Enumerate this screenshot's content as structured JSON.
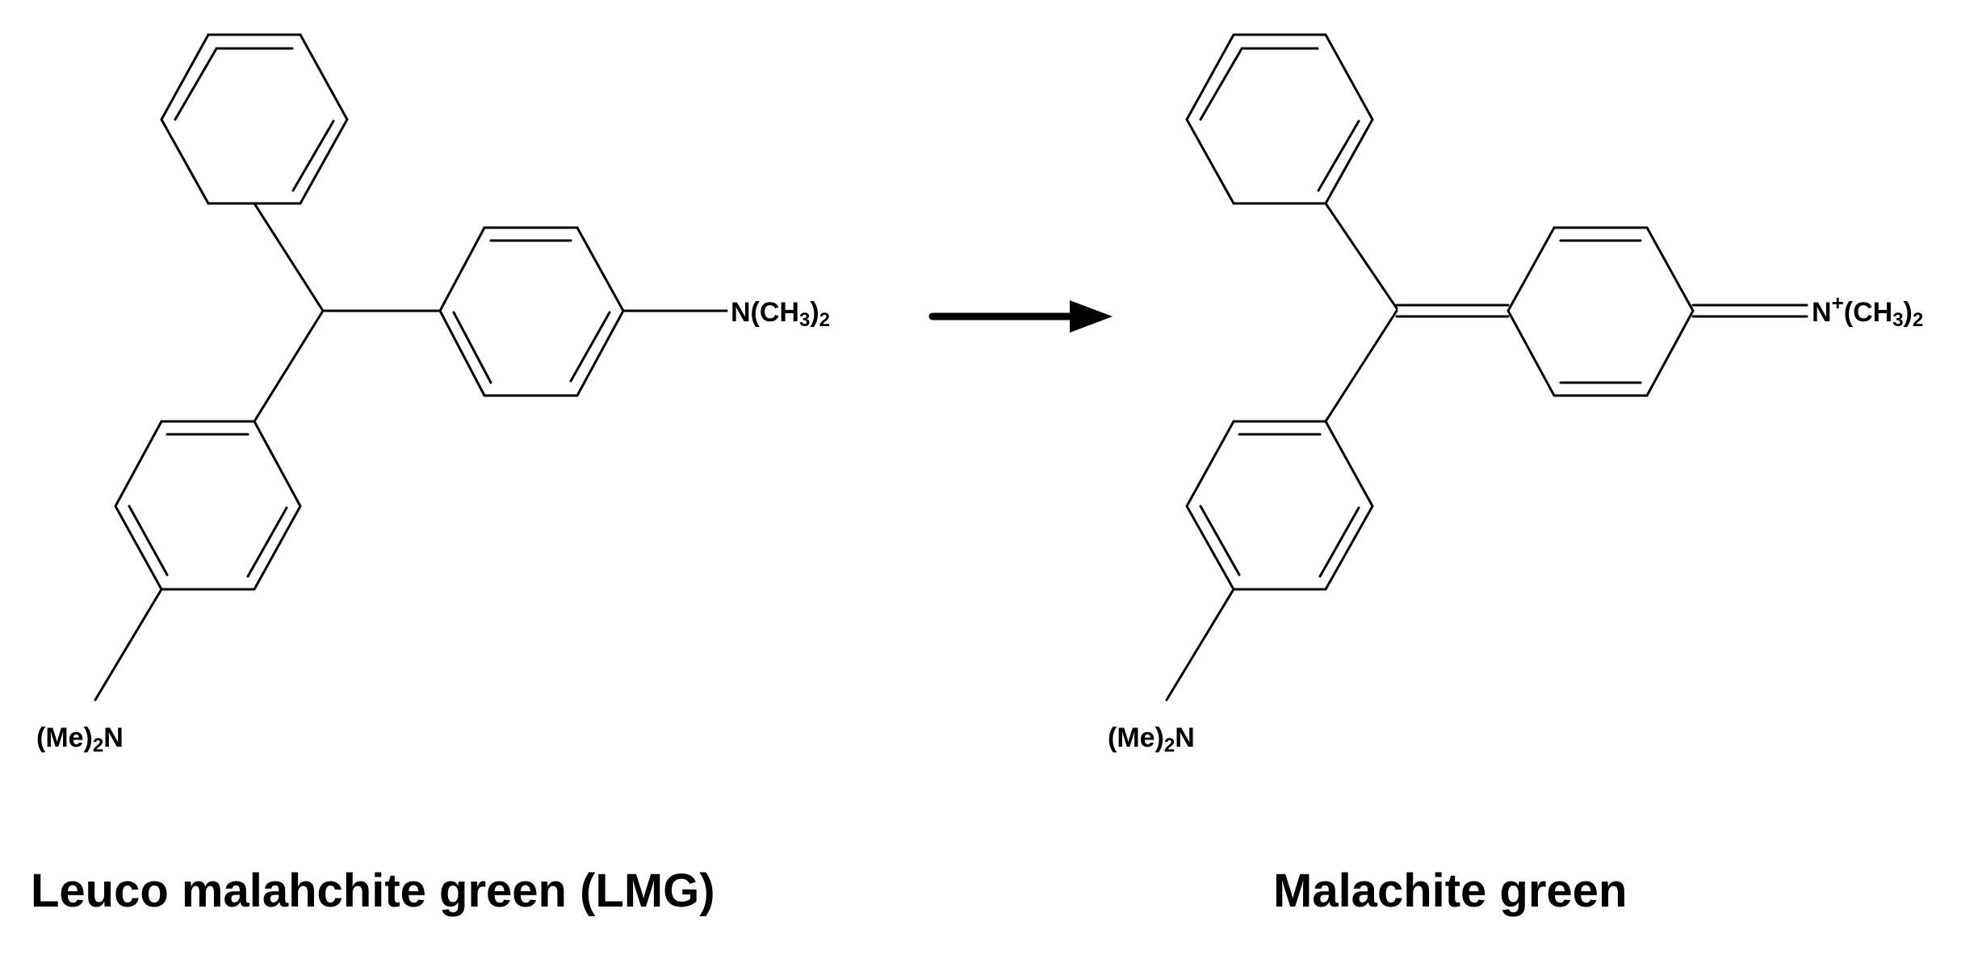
{
  "reactant": {
    "caption": "Leuco malahchite green (LMG)",
    "amine_right": {
      "main": "N(CH",
      "sub": "3",
      "close": ")",
      "sub2": "2"
    },
    "amine_bottom": {
      "open": "(Me)",
      "sub": "2",
      "main": "N"
    }
  },
  "product": {
    "caption": "Malachite green",
    "amine_right": {
      "main": "N",
      "sup": "+",
      "paren": "(CH",
      "sub": "3",
      "close": ")",
      "sub2": "2"
    },
    "amine_bottom": {
      "open": "(Me)",
      "sub": "2",
      "main": "N"
    }
  },
  "colors": {
    "ink": "#000000",
    "background": "#ffffff"
  }
}
